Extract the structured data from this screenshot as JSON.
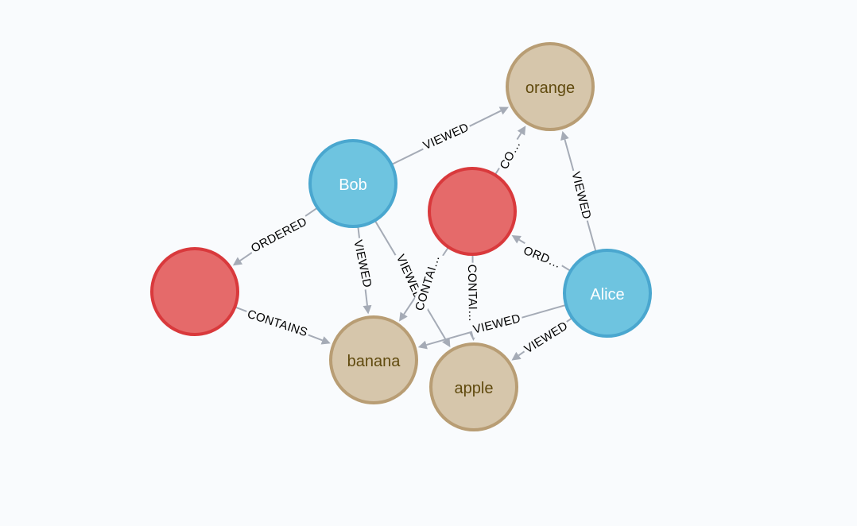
{
  "graph": {
    "colors": {
      "background": "#f9fbfd",
      "edge": "#a5abb6",
      "person_fill": "#6ec4e0",
      "person_stroke": "#4aa7cf",
      "person_text": "#ffffff",
      "order_fill": "#e56a6a",
      "order_stroke": "#d9393c",
      "product_fill": "#d6c6ab",
      "product_stroke": "#b89d74",
      "product_text": "#604a0e"
    },
    "nodes": [
      {
        "id": "bob",
        "label": "Bob",
        "type": "person"
      },
      {
        "id": "alice",
        "label": "Alice",
        "type": "person"
      },
      {
        "id": "order1",
        "label": "",
        "type": "order"
      },
      {
        "id": "order2",
        "label": "",
        "type": "order"
      },
      {
        "id": "orange",
        "label": "orange",
        "type": "product"
      },
      {
        "id": "banana",
        "label": "banana",
        "type": "product"
      },
      {
        "id": "apple",
        "label": "apple",
        "type": "product"
      }
    ],
    "edges": [
      {
        "id": "e1",
        "source": "bob",
        "target": "orange",
        "label": "VIEWED"
      },
      {
        "id": "e2",
        "source": "bob",
        "target": "order1",
        "label": "ORDERED"
      },
      {
        "id": "e3",
        "source": "bob",
        "target": "banana",
        "label": "VIEWED"
      },
      {
        "id": "e4",
        "source": "bob",
        "target": "apple",
        "label": "VIEWED"
      },
      {
        "id": "e5",
        "source": "order1",
        "target": "banana",
        "label": "CONTAINS"
      },
      {
        "id": "e6",
        "source": "order2",
        "target": "orange",
        "label": "CO…"
      },
      {
        "id": "e7",
        "source": "order2",
        "target": "banana",
        "label": "CONTAI…"
      },
      {
        "id": "e8",
        "source": "order2",
        "target": "apple",
        "label": "CONTAI…"
      },
      {
        "id": "e9",
        "source": "alice",
        "target": "order2",
        "label": "ORD…"
      },
      {
        "id": "e10",
        "source": "alice",
        "target": "orange",
        "label": "VIEWED"
      },
      {
        "id": "e11",
        "source": "alice",
        "target": "banana",
        "label": "VIEWED"
      },
      {
        "id": "e12",
        "source": "alice",
        "target": "apple",
        "label": "VIEWED"
      }
    ]
  }
}
